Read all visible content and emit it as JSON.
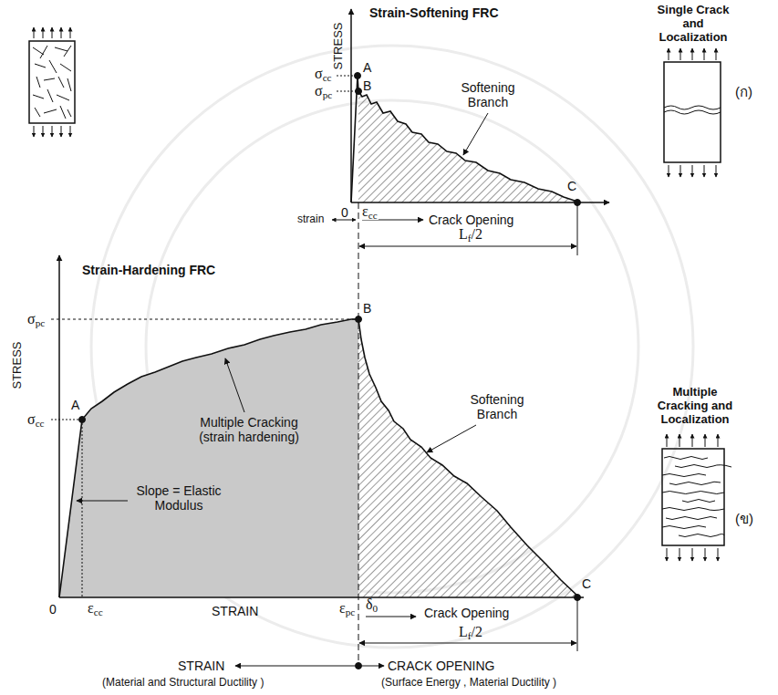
{
  "diagram": {
    "labels": [
      "Single Crack and Localization",
      "Strain-Softening FRC",
      "STRESS",
      "σcc",
      "A",
      "σpc",
      "B",
      "Softening Branch",
      "(ก)",
      "0",
      "εcc",
      "C",
      "strain",
      "Crack Opening",
      "Lf/2",
      "Strain-Hardening FRC",
      "σpc",
      "B",
      "Multiple Cracking and Localization",
      "STRESS",
      "σcc",
      "A",
      "Multiple Cracking (strain hardening)",
      "Softening Branch",
      "(ข)",
      "Slope = Elastic Modulus",
      "0",
      "εcc",
      "STRAIN",
      "εpc",
      "δ0",
      "Crack Opening",
      "C",
      "Lf/2",
      "STRAIN",
      "(Material and Structural Ductility )",
      "CRACK OPENING",
      "(Surface Energy , Material Ductility )"
    ]
  }
}
